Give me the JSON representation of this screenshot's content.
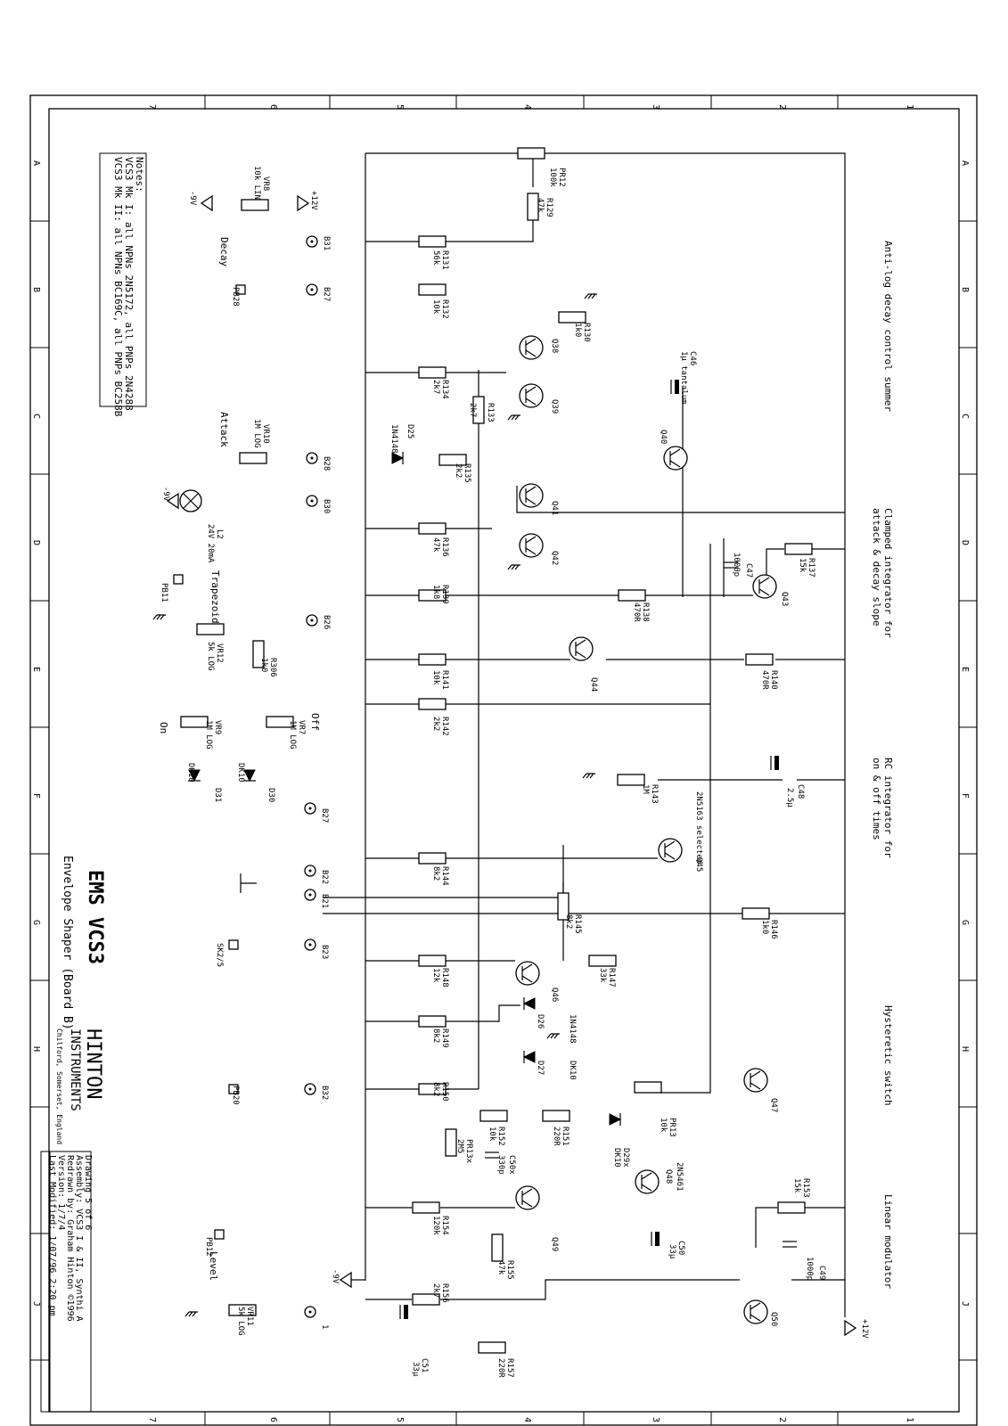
{
  "columns_numbers": [
    "7",
    "6",
    "5",
    "4",
    "3",
    "2",
    "1"
  ],
  "row_letters": [
    "A",
    "B",
    "C",
    "D",
    "E",
    "F",
    "G",
    "H",
    "J"
  ],
  "notes": {
    "title": "Notes:",
    "line1": "VCS3 Mk I: all NPNs 2N5172, all PNPs 2N4288",
    "line2": "VCS3 Mk II: all NPNs BC169C, all PNPs BC258B"
  },
  "section_labels": {
    "anti_log": "Anti-log decay control summer",
    "clamped_1": "Clamped integrator for",
    "clamped_2": "attack & decay slope",
    "rc_1": "RC integrator for",
    "rc_2": "on & off times",
    "hysteretic": "Hysteretic switch",
    "linear": "Linear modulator"
  },
  "controls": {
    "decay": "Decay",
    "attack": "Attack",
    "trapezoid": "Trapezoid",
    "off": "Off",
    "on": "On",
    "level": "Level"
  },
  "rails": {
    "pos": "+12V",
    "neg": "-9V"
  },
  "components": {
    "pr12": [
      "PR12",
      "100k"
    ],
    "r129": [
      "R129",
      "47k"
    ],
    "r131": [
      "R131",
      "56k"
    ],
    "r132": [
      "R132",
      "10k"
    ],
    "r130": [
      "R130",
      "1k0"
    ],
    "q38": "Q38",
    "c46": [
      "C46",
      "1µ tantalum"
    ],
    "r134": [
      "R134",
      "2k7"
    ],
    "q39": "Q39",
    "r133": [
      "R133",
      "2k7"
    ],
    "d25": [
      "D25",
      "1N4148"
    ],
    "r135": [
      "R135",
      "2k2"
    ],
    "q40": "Q40",
    "q41": "Q41",
    "r136": [
      "R136",
      "47k"
    ],
    "q42": "Q42",
    "r137": [
      "R137",
      "15k"
    ],
    "c47": [
      "C47",
      "1000p"
    ],
    "q43": "Q43",
    "r139": [
      "R139",
      "1k8"
    ],
    "r138": [
      "R138",
      "470R"
    ],
    "q44": "Q44",
    "r141": [
      "R141",
      "10k"
    ],
    "r140": [
      "R140",
      "470R"
    ],
    "r142": [
      "R142",
      "2k2"
    ],
    "r143": [
      "R143",
      "1M"
    ],
    "c48": [
      "C48",
      "2.5µ"
    ],
    "q45": [
      "Q45",
      "2N5163 selected"
    ],
    "r144": [
      "R144",
      "8k2"
    ],
    "r145": [
      "R145",
      "8k2"
    ],
    "r146": [
      "R146",
      "1k0"
    ],
    "r148": [
      "R148",
      "12k"
    ],
    "q46": "Q46",
    "r147": [
      "R147",
      "33k"
    ],
    "d26": [
      "D26",
      "1N4148"
    ],
    "r149": [
      "R149",
      "8k2"
    ],
    "d27": [
      "D27",
      "DK10"
    ],
    "r150": [
      "R150",
      "8k2"
    ],
    "q47": "Q47",
    "r152": [
      "R152",
      "10k"
    ],
    "r151": [
      "R151",
      "220R"
    ],
    "pr13": [
      "PR13",
      "10k"
    ],
    "d29": [
      "D29x",
      "DK10"
    ],
    "q48": [
      "Q48",
      "2N5461"
    ],
    "pr13x": [
      "PR13x",
      "2M5"
    ],
    "c50x": [
      "C50x",
      "330p"
    ],
    "q49": "Q49",
    "r153": [
      "R153",
      "15k"
    ],
    "c49": [
      "C49",
      "1000p"
    ],
    "r154": [
      "R154",
      "120k"
    ],
    "c50": [
      "C50",
      "33µ"
    ],
    "q50": "Q50",
    "r155": [
      "R155",
      "47k"
    ],
    "r156": [
      "R156",
      "2k7"
    ],
    "r157": [
      "R157",
      "220R"
    ],
    "c51": [
      "C51",
      "33µ"
    ],
    "vr8": [
      "VR8",
      "10k LIN"
    ],
    "vr10": [
      "VR10",
      "1M LOG"
    ],
    "l2": [
      "L2",
      "24V 20mA"
    ],
    "vr12": [
      "VR12",
      "5k LOG"
    ],
    "r306": [
      "R306",
      "1k0"
    ],
    "vr7": [
      "VR7",
      "1M LOG"
    ],
    "vr9": [
      "VR9",
      "1M LOG"
    ],
    "d30": [
      "D30",
      "DK10"
    ],
    "d31": [
      "D31",
      "DK10"
    ],
    "vr11": [
      "VR11",
      "5k LOG"
    ]
  },
  "pins": {
    "b31": "B31",
    "b27": "B27",
    "b28": "B28",
    "b30": "B30",
    "b26": "B26",
    "b27b": "B27",
    "b22": "B22",
    "b21": "B21",
    "b23": "B23",
    "b32": "B32",
    "one": "1",
    "pb28": "PB28",
    "pb11": "PB11",
    "sk25": "SK2/5",
    "pb20": "PB20",
    "pb12": "PB12"
  },
  "title_block": {
    "title": "EMS VCS3",
    "subtitle": "Envelope Shaper (Board B)",
    "company_1": "HINTON",
    "company_2": "INSTRUMENTS",
    "address": "Chilford, Somerset, England",
    "info1": "Drawing 5 of 6",
    "info2": "Assembly: VCS3 I & II, Synthi A",
    "info3": "Redrawn by: Graham Hinton ©1996",
    "info4": "Version: 1/7/4",
    "info5": "Last Modified: 1/07/96 2:20 pm"
  }
}
